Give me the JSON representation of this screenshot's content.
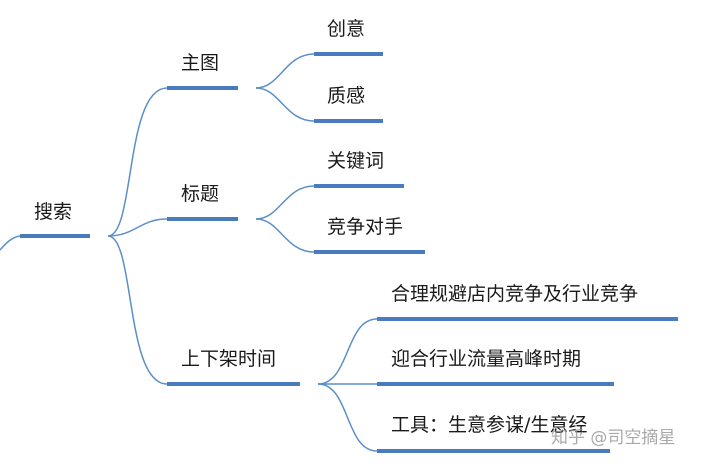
{
  "mindmap": {
    "root": "搜索",
    "branches": [
      {
        "label": "主图",
        "children": [
          "创意",
          "质感"
        ]
      },
      {
        "label": "标题",
        "children": [
          "关键词",
          "竞争对手"
        ]
      },
      {
        "label": "上下架时间",
        "children": [
          "合理规避店内竞争及行业竞争",
          "迎合行业流量高峰时期",
          "工具：生意参谋/生意经"
        ]
      }
    ]
  },
  "watermark": "知乎 @司空摘星",
  "colors": {
    "underline": "#4a7bbf",
    "connector": "#5b8fc8",
    "text": "#1a1a1a"
  }
}
